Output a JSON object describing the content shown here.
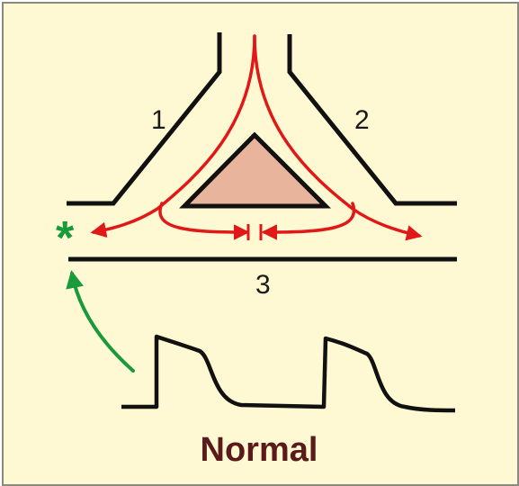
{
  "diagram": {
    "labels": {
      "branch_left": "1",
      "branch_right": "2",
      "trunk_bottom": "3",
      "recording_site": "*"
    },
    "caption": "Normal"
  },
  "colors": {
    "background": "#fff9d3",
    "wall": "#111111",
    "wavefront": "#e01818",
    "block_tissue": "#e8b49c",
    "marker": "#1a9a3a",
    "caption": "#5a1a1a"
  }
}
